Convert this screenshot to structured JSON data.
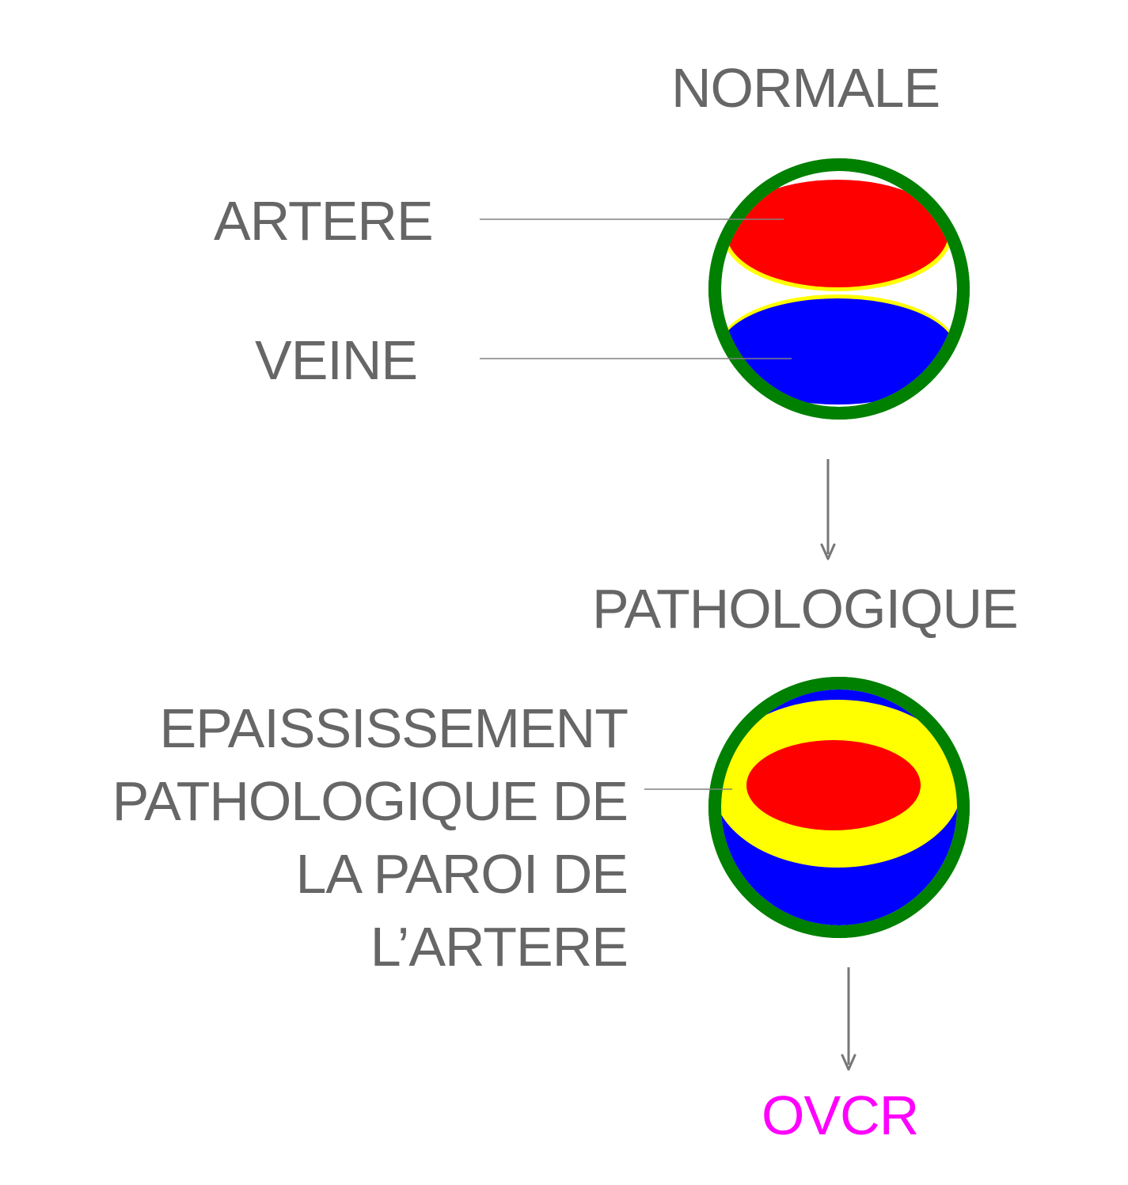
{
  "normal": {
    "title": "NORMALE",
    "artery_label": "ARTERE",
    "vein_label": "VEINE"
  },
  "pathological": {
    "title": "PATHOLOGIQUE",
    "label_lines": [
      "EPAISSISSEMENT",
      "PATHOLOGIQUE DE",
      "LA PAROI DE",
      "L’ARTERE"
    ]
  },
  "outcome": {
    "label": "OVCR"
  },
  "colors": {
    "text": "#666666",
    "sheath": "#008000",
    "artery": "#ff0000",
    "vein": "#0000ff",
    "artery_wall": "#ffff00",
    "outcome": "#ff00ff",
    "connector": "#808080"
  }
}
